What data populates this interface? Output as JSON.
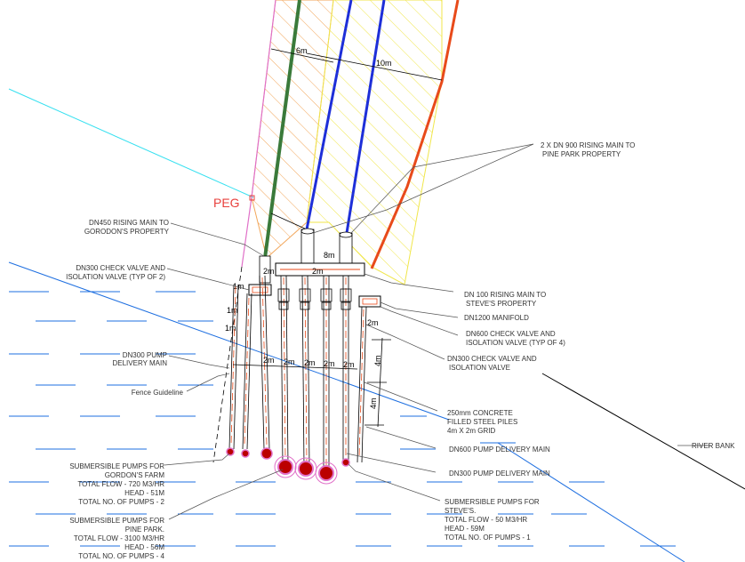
{
  "colors": {
    "orange_hatch": "#f2a65a",
    "yellow_hatch": "#f0e64a",
    "green_main": "#3a7a3a",
    "blue_main": "#1e2fd8",
    "red_main": "#e84a1a",
    "cyan_line": "#36e0f0",
    "river_blue": "#1e6fe0",
    "pink_boundary": "#e070c8",
    "peg_red": "#e8403c"
  },
  "dimensions": {
    "d_6m": "6m",
    "d_10m": "10m",
    "d_8m": "8m",
    "d_2m_manifold": "2m",
    "d_2m_left": "2m",
    "d_1m_a": "1m",
    "d_1m_b": "1m",
    "d_1m_c": "1m",
    "d_2m_right": "2m",
    "grid_2m": [
      "2m",
      "2m",
      "2m",
      "2m",
      "2m"
    ],
    "d_4m_a": "4m",
    "d_4m_b": "4m"
  },
  "labels": {
    "peg": "PEG",
    "dn900_1": "2 X DN 900 RISING MAIN TO",
    "dn900_2": "PINE PARK PROPERTY",
    "dn450_1": "DN450 RISING MAIN TO",
    "dn450_2": "GORODON'S PROPERTY",
    "check300_1": "DN300 CHECK VALVE AND",
    "check300_2": "ISOLATION VALVE (TYP OF 2)",
    "dn100_1": "DN 100 RISING MAIN TO",
    "dn100_2": "STEVE'S PROPERTY",
    "manifold": "DN1200 MANIFOLD",
    "check600_1": "DN600 CHECK VALVE AND",
    "check600_2": "ISOLATION VALVE (TYP OF 4)",
    "check300r_1": "DN300 CHECK VALVE AND",
    "check300r_2": "ISOLATION VALVE",
    "pump300_1": "DN300 PUMP",
    "pump300_2": "DELIVERY MAIN",
    "fence": "Fence Guideline",
    "piles_1": "250mm CONCRETE",
    "piles_2": "FILLED STEEL PILES",
    "piles_3": "4m X 2m GRID",
    "dn600_delivery": "DN600 PUMP DELIVERY MAIN",
    "dn300_delivery": "DN300 PUMP DELIVERY MAIN",
    "river_bank": "RIVER BANK",
    "gordon_1": "SUBMERSIBLE PUMPS FOR",
    "gordon_2": "GORDON'S FARM",
    "gordon_3": "TOTAL FLOW - 720 M3/HR",
    "gordon_4": "HEAD - 51M",
    "gordon_5": "TOTAL NO. OF PUMPS - 2",
    "pine_1": "SUBMERSIBLE PUMPS FOR",
    "pine_2": "PINE PARK.",
    "pine_3": "TOTAL FLOW - 3100 M3/HR",
    "pine_4": "HEAD - 56M",
    "pine_5": "TOTAL NO. OF PUMPS - 4",
    "steve_1": "SUBMERSIBLE PUMPS FOR",
    "steve_2": "STEVE'S.",
    "steve_3": "TOTAL FLOW - 50 M3/HR",
    "steve_4": "HEAD - 59M",
    "steve_5": "TOTAL NO. OF PUMPS - 1"
  }
}
